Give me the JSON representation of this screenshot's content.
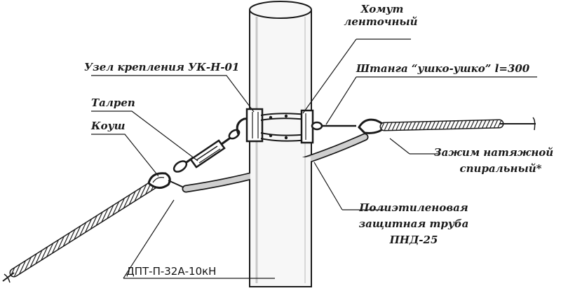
{
  "labels": {
    "clamp_tape_line1": "Хомут",
    "clamp_tape_line2": "ленточный",
    "mount_node": "Узел крепления УК-Н-01",
    "rod": "Штанга “ушко-ушко” l=300",
    "turnbuckle": "Талреп",
    "thimble": "Коуш",
    "spiral_clamp_line1": "Зажим натяжной",
    "spiral_clamp_line2": "спиральный*",
    "pipe_line1": "Полиэтиленовая",
    "pipe_line2": "защитная труба",
    "pipe_line3": "ПНД-25",
    "cable_code": "ДПТ-П-32А-10кН"
  },
  "colors": {
    "ink": "#1a1a1a",
    "pole_fill": "#f7f7f7",
    "pipe_fill": "#cfcfcf",
    "background": "#ffffff"
  }
}
